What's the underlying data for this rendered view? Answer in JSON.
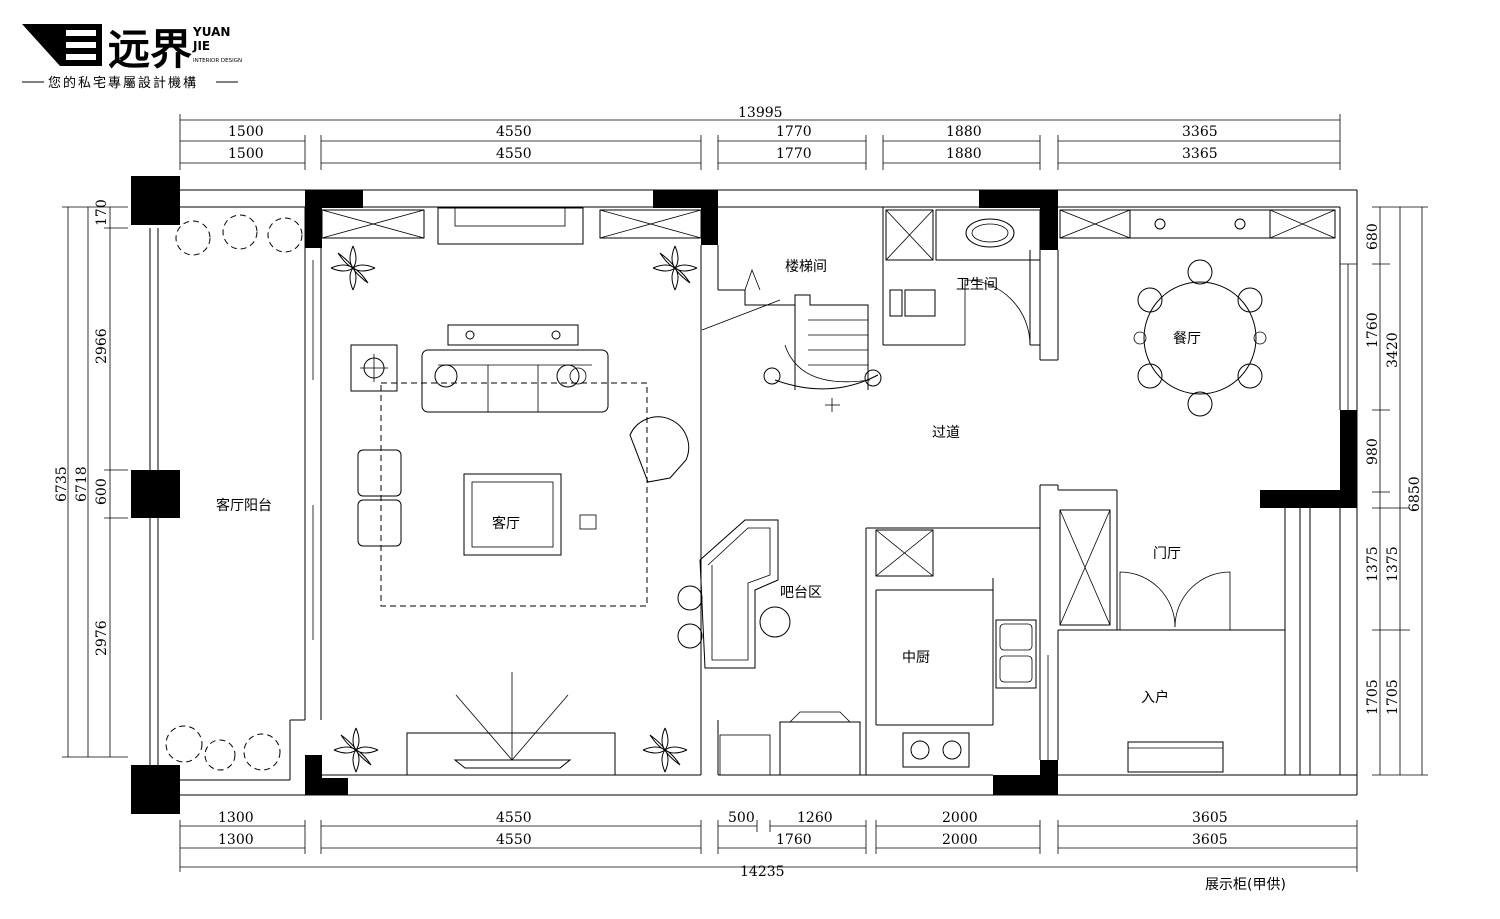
{
  "logo": {
    "brand_cn": "远界",
    "brand_en_line1": "YUAN",
    "brand_en_line2": "JIE",
    "brand_en_sub": "INTERIOR DESIGN",
    "slogan": "您的私宅專屬設計機構"
  },
  "dimensions": {
    "top_total": "13995",
    "top_row1": [
      "1500",
      "4550",
      "1770",
      "1880",
      "3365"
    ],
    "top_row2": [
      "1500",
      "4550",
      "1770",
      "1880",
      "3365"
    ],
    "bottom_row1": [
      "1300",
      "4550",
      "500",
      "1260",
      "2000",
      "3605"
    ],
    "bottom_row2": [
      "1300",
      "4550",
      "1760",
      "2000",
      "3605"
    ],
    "bottom_total": "14235",
    "left_outer_a": "6735",
    "left_outer_b": "6718",
    "left_segments": [
      "170",
      "2966",
      "600",
      "2976"
    ],
    "right_inner": [
      "680",
      "1760",
      "980",
      "1375",
      "1705"
    ],
    "right_mid": [
      "3420",
      "1375",
      "1705"
    ],
    "right_outer": "6850"
  },
  "rooms": {
    "balcony": "客厅阳台",
    "living": "客厅",
    "stair": "楼梯间",
    "bath": "卫生间",
    "dining": "餐厅",
    "corridor": "过道",
    "bar": "吧台区",
    "kitchen": "中厨",
    "foyer": "门厅",
    "entry": "入户"
  },
  "notes": {
    "cabinet": "展示柜(甲供)"
  }
}
